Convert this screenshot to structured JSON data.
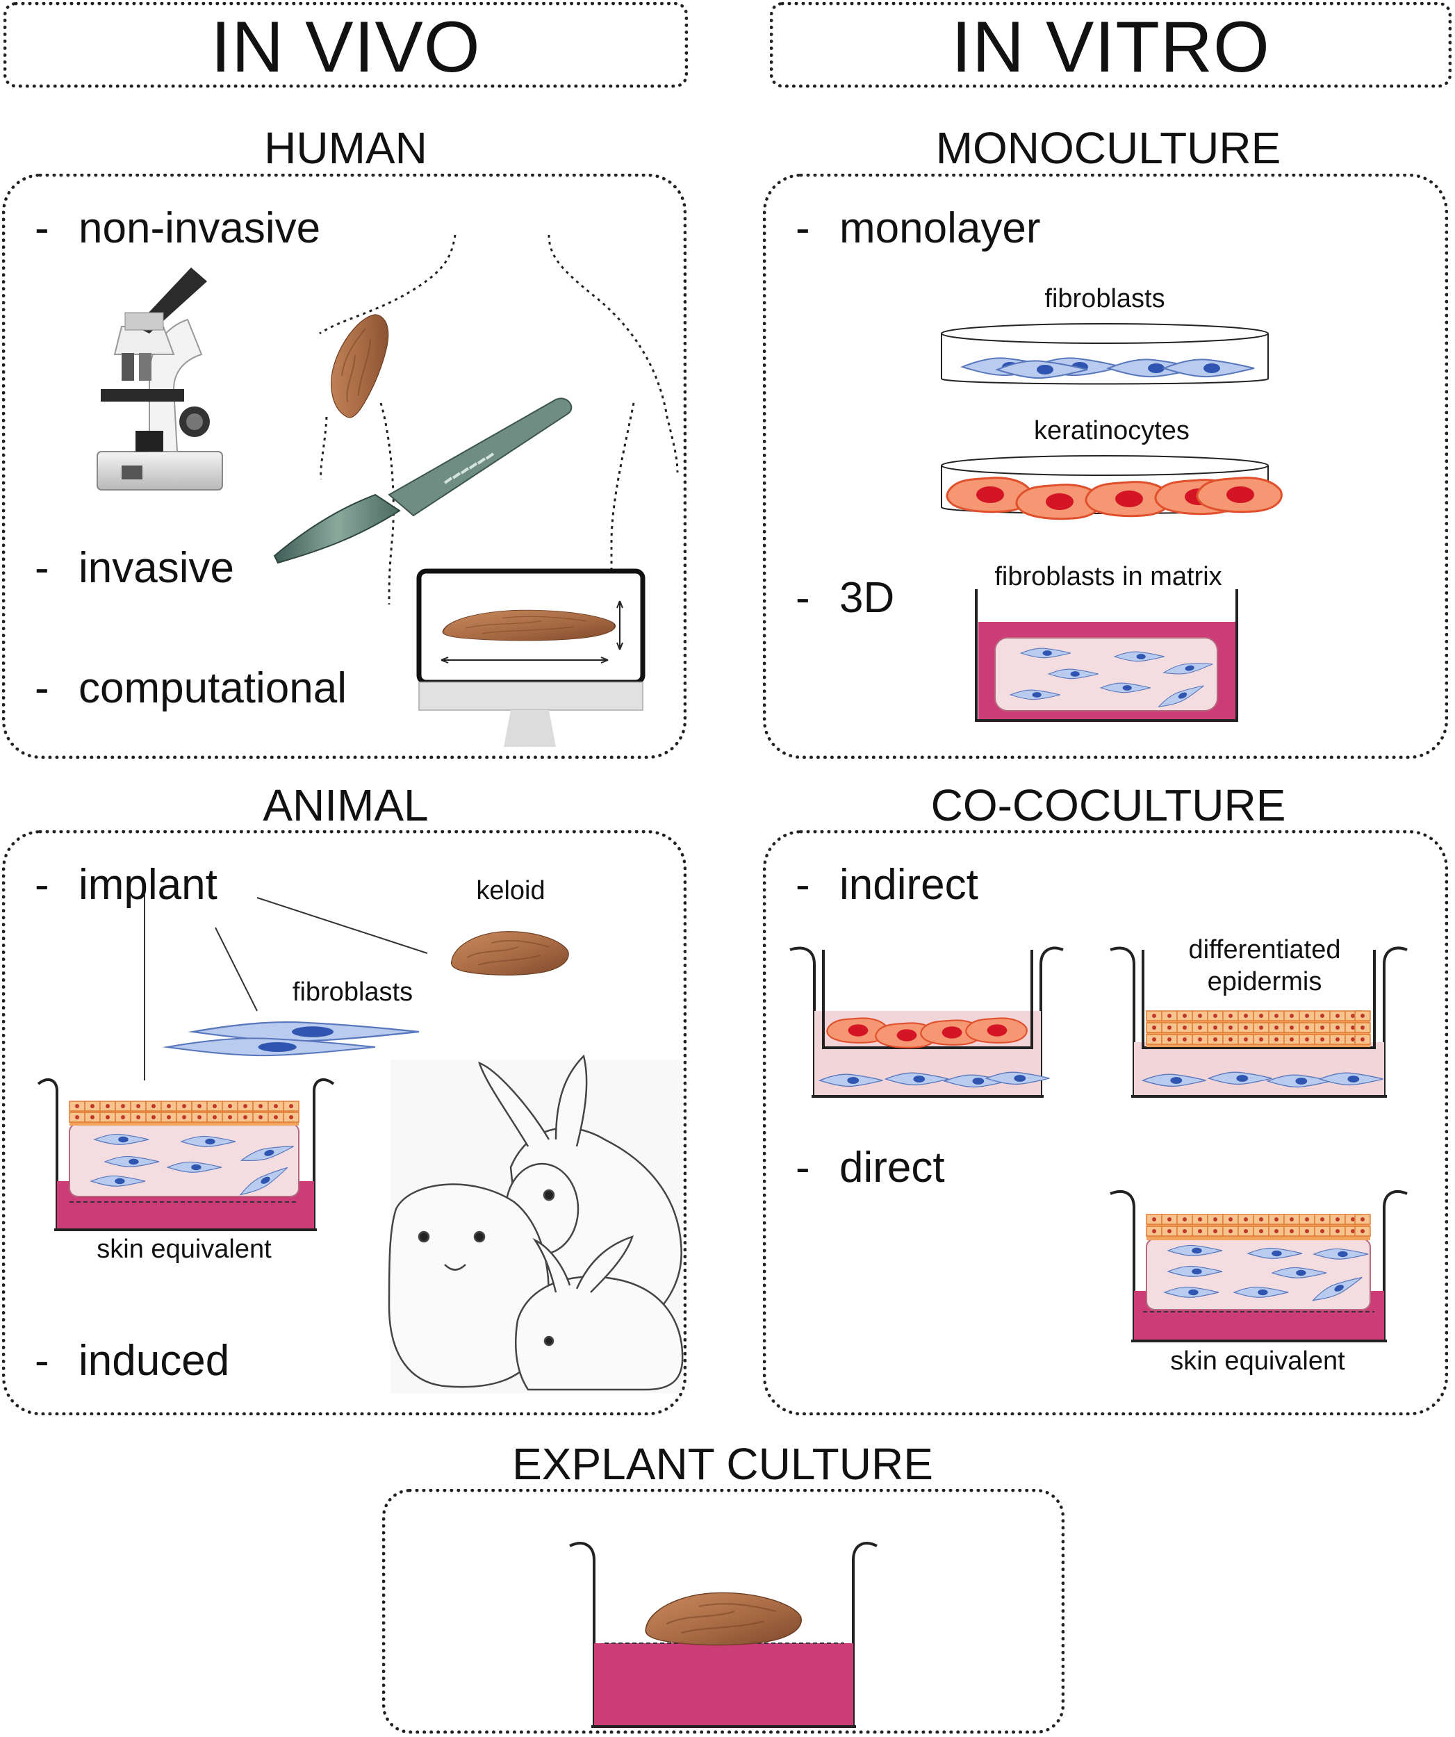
{
  "headers": {
    "in_vivo": "IN VIVO",
    "in_vitro": "IN VITRO"
  },
  "human": {
    "title": "HUMAN",
    "items": [
      "non-invasive",
      "invasive",
      "computational"
    ]
  },
  "animal": {
    "title": "ANIMAL",
    "items": [
      "implant",
      "induced"
    ],
    "labels": {
      "keloid": "keloid",
      "fibroblasts": "fibroblasts",
      "skin_equivalent": "skin equivalent"
    }
  },
  "monoculture": {
    "title": "MONOCULTURE",
    "items": [
      "monolayer",
      "3D"
    ],
    "labels": {
      "fibroblasts": "fibroblasts",
      "keratinocytes": "keratinocytes",
      "fibroblasts_in_matrix": "fibroblasts in matrix"
    }
  },
  "coculture": {
    "title": "CO-COCULTURE",
    "items": [
      "indirect",
      "direct"
    ],
    "labels": {
      "differentiated_epidermis": "differentiated\nepidermis",
      "skin_equivalent": "skin equivalent"
    }
  },
  "explant": {
    "title": "EXPLANT CULTURE"
  },
  "dash": "-",
  "colors": {
    "medium": "#cc3d78",
    "matrix": "#f2d5d9",
    "keloid": "#a86a44",
    "fibroblast": "#6d8fd2",
    "fibroblast_nucleus": "#2f55b0",
    "keratinocyte": "#f07c56",
    "keratinocyte_nucleus": "#d41525",
    "epidermis": "#f2a25a",
    "scalpel": "#5f7f74"
  }
}
